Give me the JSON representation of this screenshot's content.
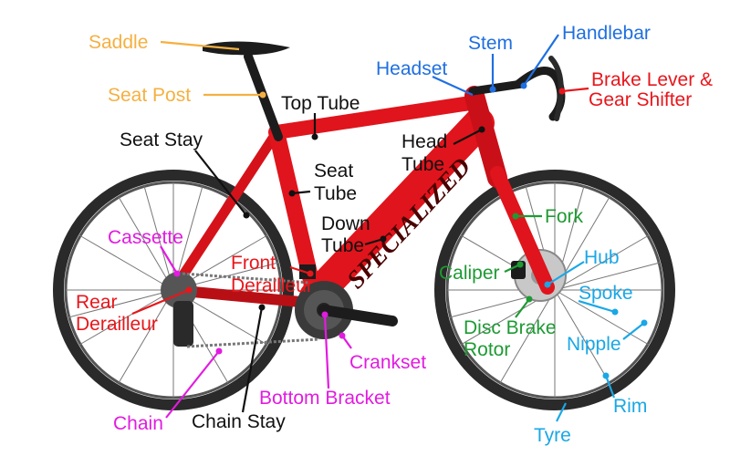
{
  "labels": {
    "saddle": "Saddle",
    "seat_post": "Seat Post",
    "top_tube": "Top Tube",
    "seat_stay": "Seat Stay",
    "seat_tube_1": "Seat",
    "seat_tube_2": "Tube",
    "down_tube_1": "Down",
    "down_tube_2": "Tube",
    "head_tube_1": "Head",
    "head_tube_2": "Tube",
    "headset": "Headset",
    "stem": "Stem",
    "handlebar": "Handlebar",
    "brake_lever_1": "Brake Lever &",
    "brake_lever_2": "Gear Shifter",
    "fork": "Fork",
    "hub": "Hub",
    "caliper": "Caliper",
    "spoke": "Spoke",
    "disc_brake_1": "Disc Brake",
    "disc_brake_2": "Rotor",
    "nipple": "Nipple",
    "rim": "Rim",
    "tyre": "Tyre",
    "cassette": "Cassette",
    "front_derailleur_1": "Front",
    "front_derailleur_2": "Derailleur",
    "rear_derailleur_1": "Rear",
    "rear_derailleur_2": "Derailleur",
    "crankset": "Crankset",
    "bottom_bracket": "Bottom Bracket",
    "chain": "Chain",
    "chain_stay": "Chain Stay",
    "brand": "SPECIALIZED"
  },
  "colors": {
    "frame": "#e0141c",
    "tyre": "#2a2a2a",
    "seat_group": "#f5b041",
    "cockpit": "#1f6fe0",
    "drivetrain_red": "#e8161b",
    "frame_parts": "#111111",
    "magenta": "#e21be0",
    "brakes": "#1e9a33",
    "wheel": "#1aa7e6"
  }
}
